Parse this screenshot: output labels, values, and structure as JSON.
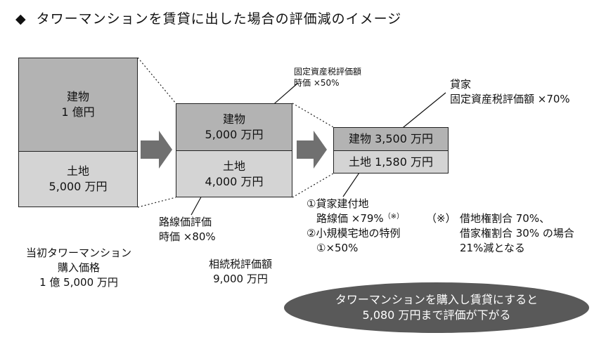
{
  "title": {
    "bullet": "◆",
    "text": "タワーマンションを賃貸に出した場合の評価減のイメージ"
  },
  "stage1": {
    "building_label": "建物",
    "building_value": "1 億円",
    "land_label": "土地",
    "land_value": "5,000 万円",
    "caption_line1": "当初タワーマンション",
    "caption_line2": "購入価格",
    "caption_line3": "1 億 5,000 万円"
  },
  "stage2": {
    "building_label": "建物",
    "building_value": "5,000 万円",
    "land_label": "土地",
    "land_value": "4,000 万円",
    "note_top_line1": "固定資産税評価額",
    "note_top_line2": "時価 ×50%",
    "note_bottom_line1": "路線価評価",
    "note_bottom_line2": "時価 ×80%",
    "caption_line1": "相続税評価額",
    "caption_line2": "9,000 万円"
  },
  "stage3": {
    "building_text": "建物 3,500 万円",
    "land_text": "土地 1,580 万円",
    "note_top_line1": "貸家",
    "note_top_line2": "固定資産税評価額 ×70%",
    "note_bottom_line1": "①貸家建付地",
    "note_bottom_line2": "路線価 ×79%",
    "note_bottom_mark": "（※）",
    "note_bottom_line3": "②小規模宅地の特例",
    "note_bottom_line4": "①×50%"
  },
  "footnote": {
    "mark": "（※）",
    "line1": "借地権割合 70%、",
    "line2": "借家権割合 30% の場合",
    "line3": "21%減となる"
  },
  "summary": {
    "line1": "タワーマンションを購入し賃貸にすると",
    "line2": "5,080 万円まで評価が下がる"
  },
  "colors": {
    "building_fill": "#b3b3b3",
    "land_fill": "#d4d4d4",
    "arrow_fill": "#707070",
    "oval_fill": "#595959"
  }
}
